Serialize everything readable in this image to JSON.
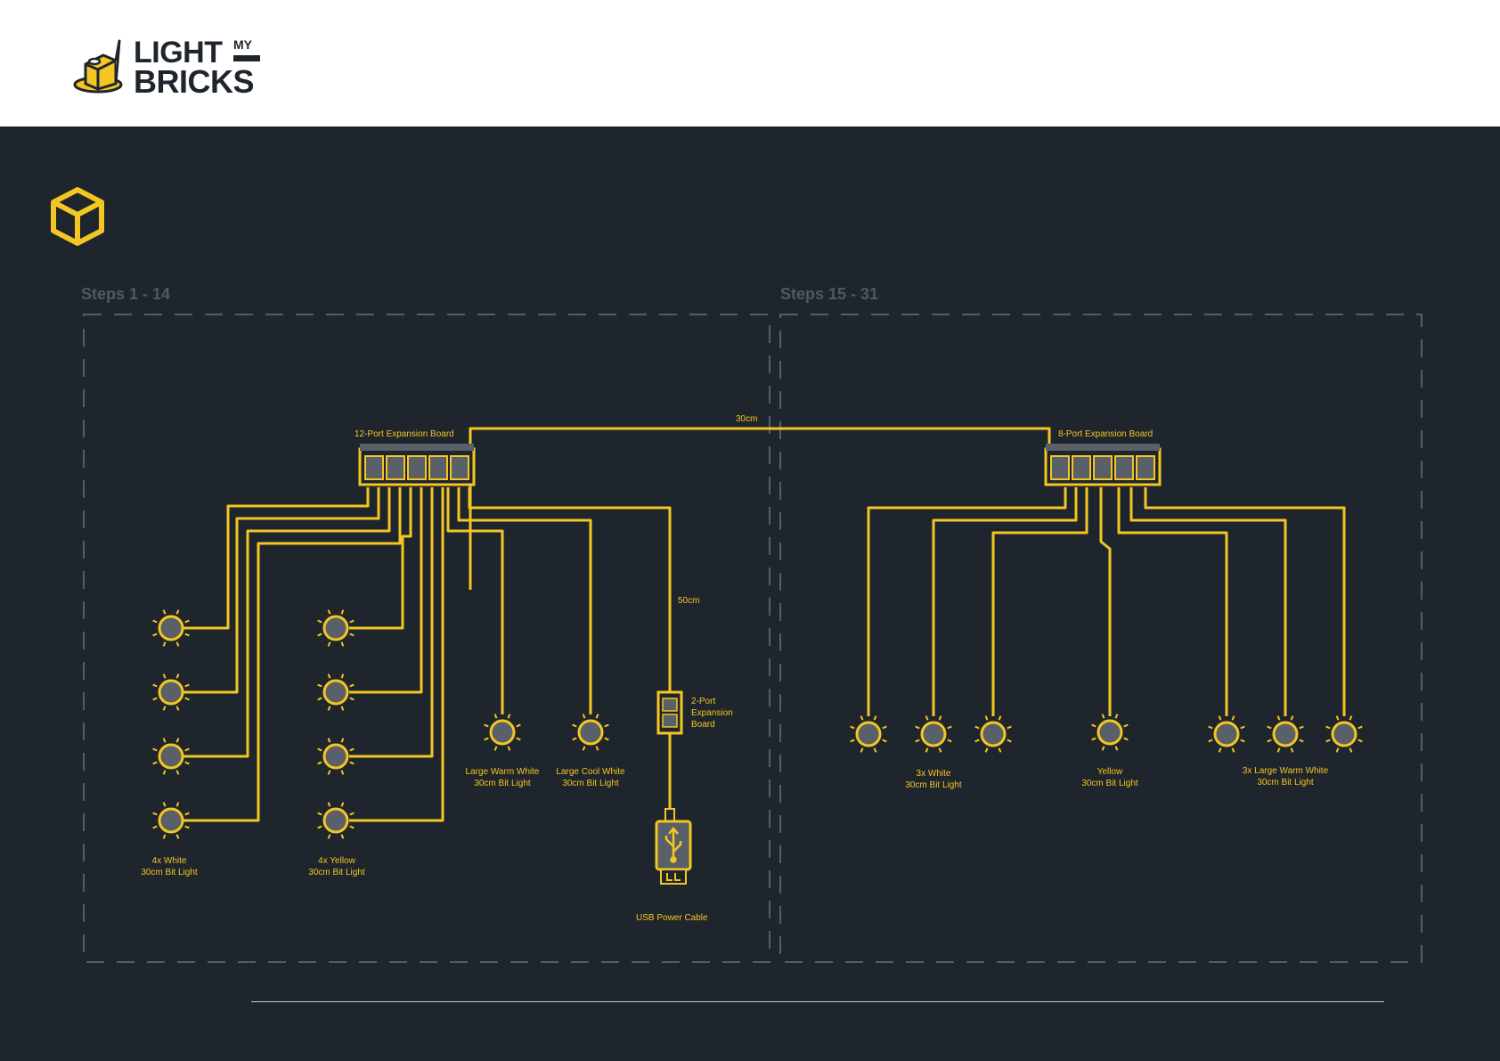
{
  "brand": {
    "name_line1": "LIGHT",
    "name_superscript": "MY",
    "name_line2": "BRICKS"
  },
  "sections": {
    "left_title": "Steps 1 - 14",
    "right_title": "Steps 15 - 31"
  },
  "boards": {
    "board_12": "12-Port Expansion Board",
    "board_8": "8-Port Expansion Board",
    "board_2_lines": [
      "2-Port",
      "Expansion",
      "Board"
    ]
  },
  "cable_lengths": {
    "between_boards": "30cm",
    "to_usb": "50cm"
  },
  "usb": {
    "label": "USB Power Cable"
  },
  "light_groups": [
    {
      "id": "white-4x",
      "lines": [
        "4x White",
        "30cm Bit Light"
      ]
    },
    {
      "id": "yellow-4x",
      "lines": [
        "4x Yellow",
        "30cm Bit Light"
      ]
    },
    {
      "id": "large-warm",
      "lines": [
        "Large Warm White",
        "30cm Bit Light"
      ]
    },
    {
      "id": "large-cool",
      "lines": [
        "Large Cool White",
        "30cm Bit Light"
      ]
    },
    {
      "id": "white-3x",
      "lines": [
        "3x White",
        "30cm Bit Light"
      ]
    },
    {
      "id": "yellow-1x",
      "lines": [
        "Yellow",
        "30cm Bit Light"
      ]
    },
    {
      "id": "large-warm-3x",
      "lines": [
        "3x Large Warm White",
        "30cm Bit Light"
      ]
    }
  ],
  "colors": {
    "wire": "#f3c623",
    "background": "#1f252c",
    "frame_dash": "#555e68",
    "bulb_fill": "#5a6067"
  }
}
